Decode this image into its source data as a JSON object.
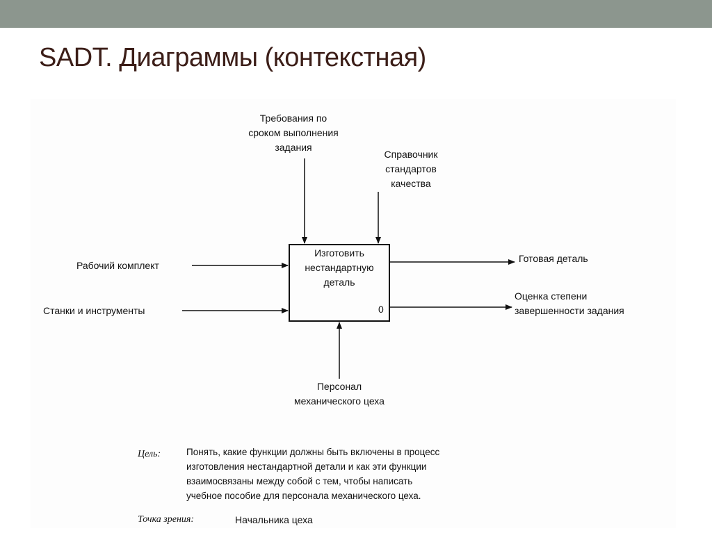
{
  "slide": {
    "title": "SADT. Диаграммы (контекстная)"
  },
  "diagram": {
    "function_box": {
      "lines": [
        "Изготовить",
        "нестандартную",
        "деталь"
      ],
      "number": "0"
    },
    "controls": [
      {
        "lines": [
          "Требования по",
          "сроком выполнения",
          "задания"
        ]
      },
      {
        "lines": [
          "Справочник",
          "стандартов",
          "качества"
        ]
      }
    ],
    "inputs": [
      {
        "label": "Рабочий комплект"
      },
      {
        "label": "Станки и инструменты"
      }
    ],
    "outputs": [
      {
        "lines": [
          "Готовая деталь"
        ]
      },
      {
        "lines": [
          "Оценка степени",
          "завершенности задания"
        ]
      }
    ],
    "mechanism": {
      "lines": [
        "Персонал",
        "механического цеха"
      ]
    }
  },
  "purpose": {
    "label": "Цель:",
    "lines": [
      "Понять, какие функции должны быть включены в процесс",
      "изготовления нестандартной детали и как эти функции",
      "взаимосвязаны между собой с тем, чтобы написать",
      "учебное пособие для персонала механического цеха."
    ]
  },
  "viewpoint": {
    "label": "Точка зрения:",
    "value": "Начальника цеха"
  }
}
